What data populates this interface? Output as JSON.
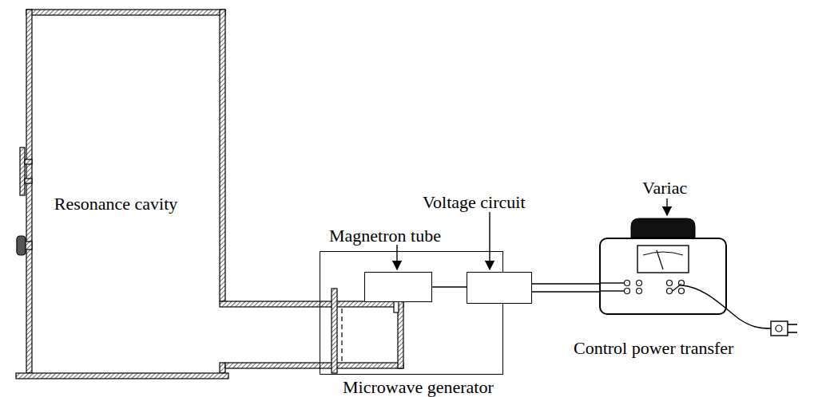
{
  "diagram": {
    "nodes": [
      {
        "text": [
          "Resonance cavity"
        ]
      },
      {
        "text": [
          "Microwave generator"
        ]
      },
      {
        "text": [
          "Magnetron tube"
        ],
        "in": 1
      },
      {
        "text": [
          "Voltage circuit"
        ],
        "in": 1
      },
      {
        "text": [
          "Variac"
        ]
      }
    ],
    "edges": [
      {
        "from": 2,
        "to": 3,
        "arrow": "none"
      },
      {
        "from": 3,
        "to": 4,
        "arrow": "none"
      }
    ],
    "labels": [
      "Control power transfer"
    ]
  }
}
